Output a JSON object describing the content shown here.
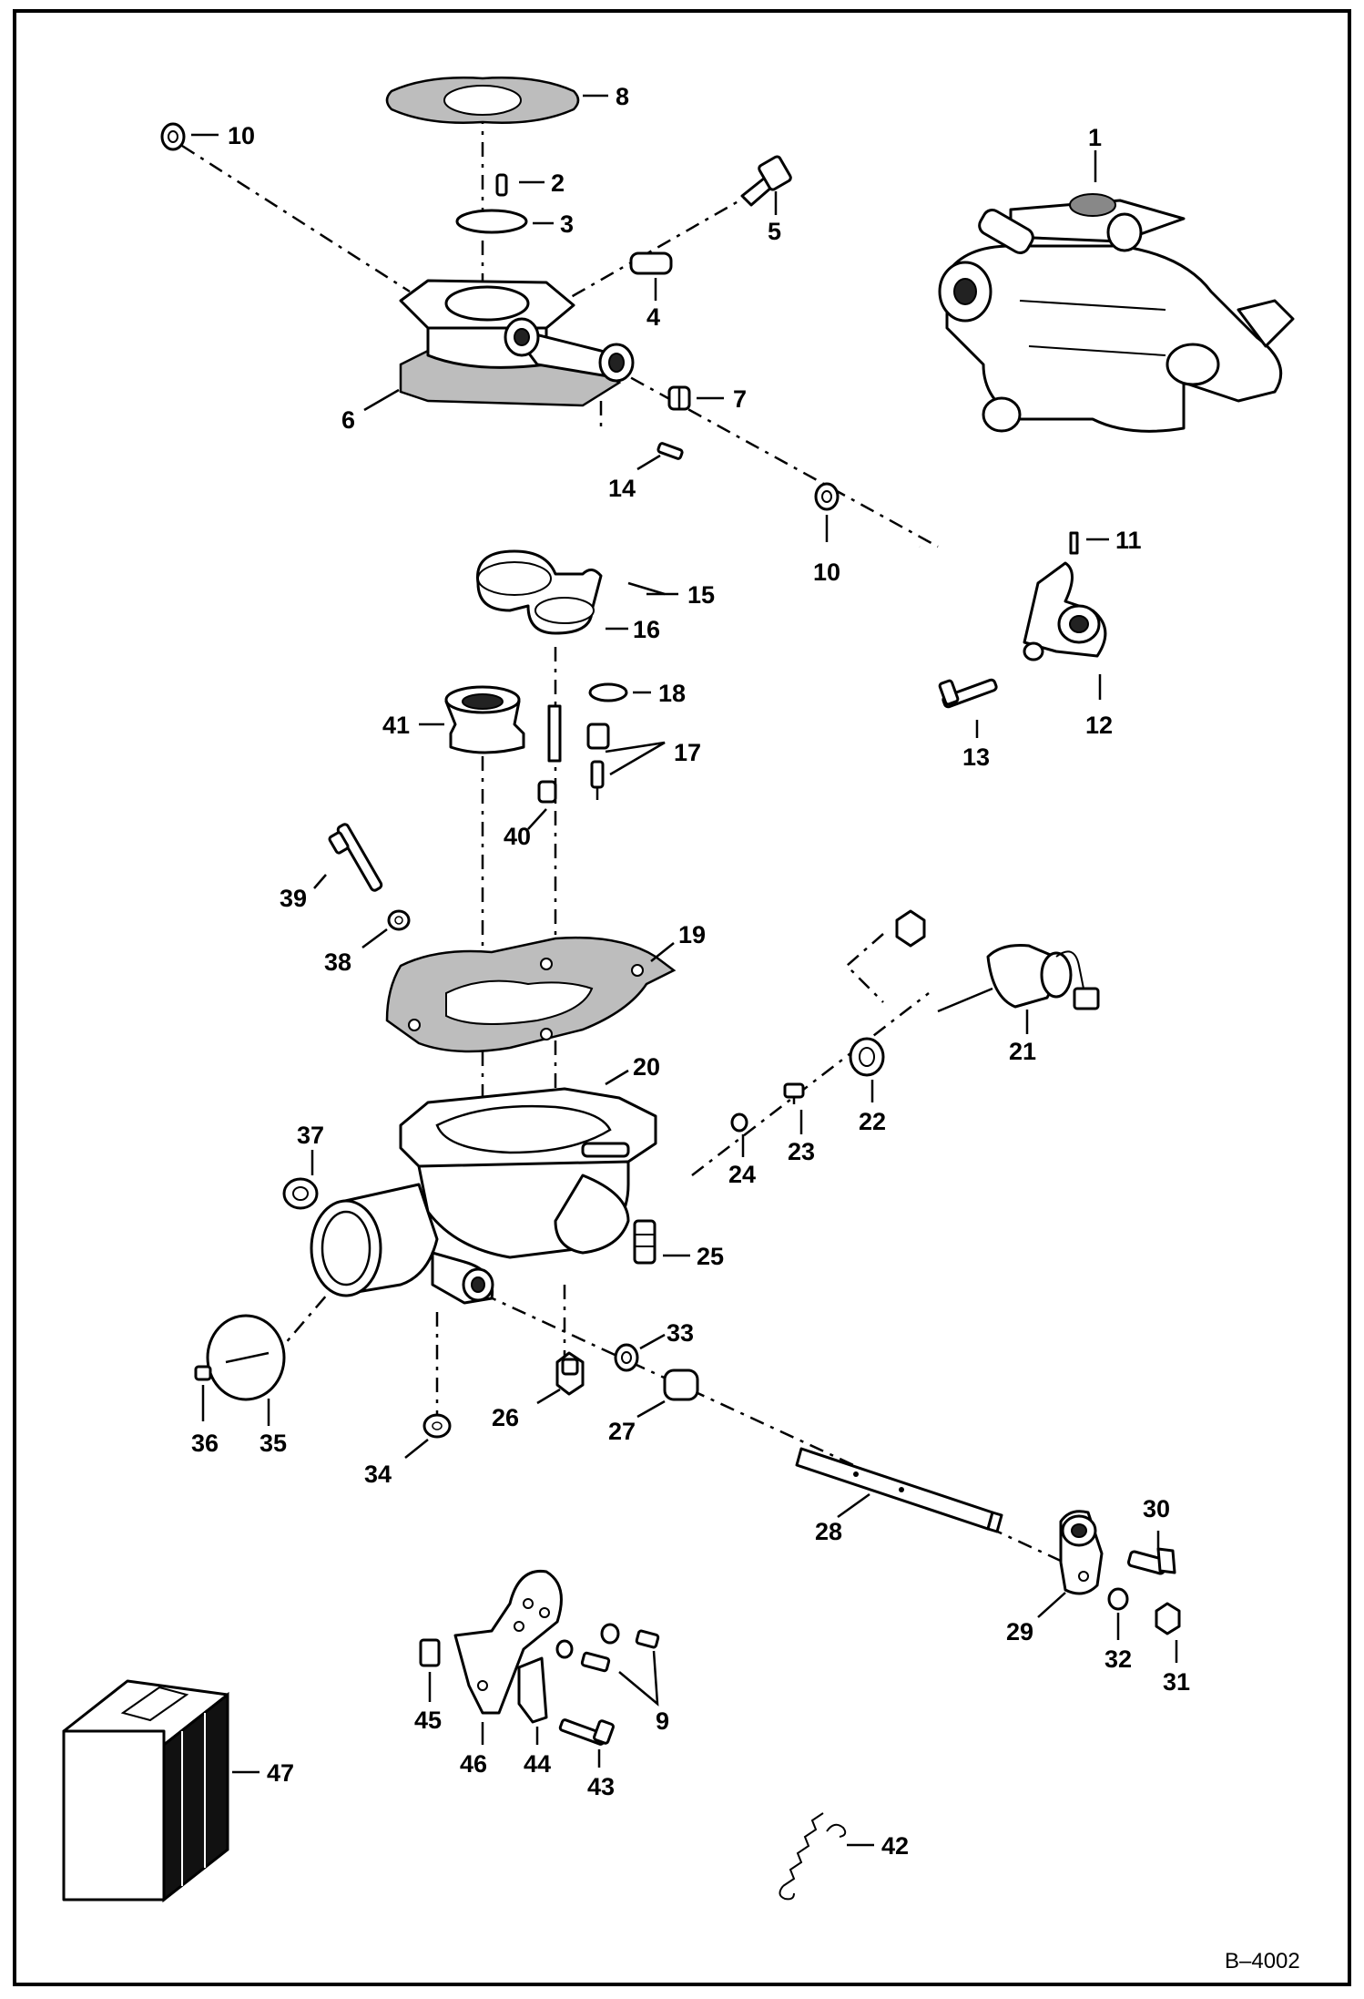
{
  "drawing_code": "B–4002",
  "callouts": [
    {
      "id": "c1",
      "text": "1"
    },
    {
      "id": "c2",
      "text": "2"
    },
    {
      "id": "c3",
      "text": "3"
    },
    {
      "id": "c4",
      "text": "4"
    },
    {
      "id": "c5",
      "text": "5"
    },
    {
      "id": "c6",
      "text": "6"
    },
    {
      "id": "c7",
      "text": "7"
    },
    {
      "id": "c8",
      "text": "8"
    },
    {
      "id": "c9",
      "text": "9"
    },
    {
      "id": "c10a",
      "text": "10"
    },
    {
      "id": "c10b",
      "text": "10"
    },
    {
      "id": "c11",
      "text": "11"
    },
    {
      "id": "c12",
      "text": "12"
    },
    {
      "id": "c13",
      "text": "13"
    },
    {
      "id": "c14",
      "text": "14"
    },
    {
      "id": "c15",
      "text": "15"
    },
    {
      "id": "c16",
      "text": "16"
    },
    {
      "id": "c17",
      "text": "17"
    },
    {
      "id": "c18",
      "text": "18"
    },
    {
      "id": "c19",
      "text": "19"
    },
    {
      "id": "c20",
      "text": "20"
    },
    {
      "id": "c21",
      "text": "21"
    },
    {
      "id": "c22",
      "text": "22"
    },
    {
      "id": "c23",
      "text": "23"
    },
    {
      "id": "c24",
      "text": "24"
    },
    {
      "id": "c25",
      "text": "25"
    },
    {
      "id": "c26",
      "text": "26"
    },
    {
      "id": "c27",
      "text": "27"
    },
    {
      "id": "c28",
      "text": "28"
    },
    {
      "id": "c29",
      "text": "29"
    },
    {
      "id": "c30",
      "text": "30"
    },
    {
      "id": "c31",
      "text": "31"
    },
    {
      "id": "c32",
      "text": "32"
    },
    {
      "id": "c33",
      "text": "33"
    },
    {
      "id": "c34",
      "text": "34"
    },
    {
      "id": "c35",
      "text": "35"
    },
    {
      "id": "c36",
      "text": "36"
    },
    {
      "id": "c37",
      "text": "37"
    },
    {
      "id": "c38",
      "text": "38"
    },
    {
      "id": "c39",
      "text": "39"
    },
    {
      "id": "c40",
      "text": "40"
    },
    {
      "id": "c41",
      "text": "41"
    },
    {
      "id": "c42",
      "text": "42"
    },
    {
      "id": "c43",
      "text": "43"
    },
    {
      "id": "c44",
      "text": "44"
    },
    {
      "id": "c45",
      "text": "45"
    },
    {
      "id": "c46",
      "text": "46"
    },
    {
      "id": "c47",
      "text": "47"
    }
  ]
}
